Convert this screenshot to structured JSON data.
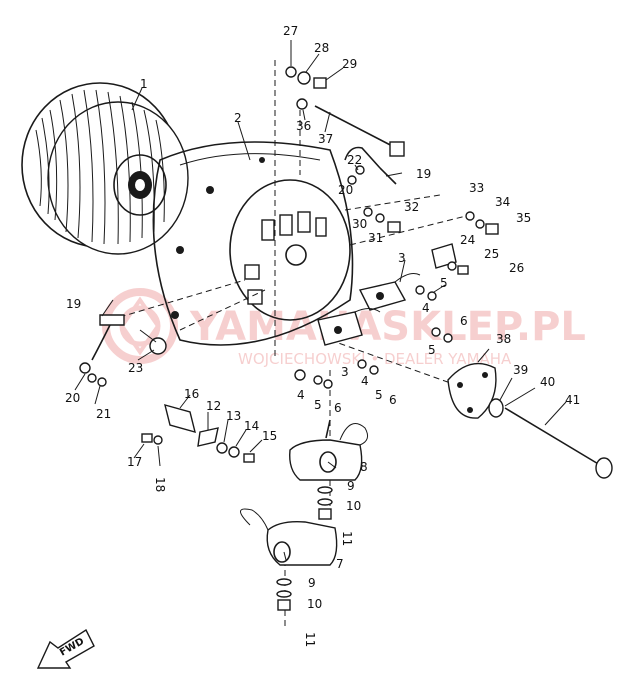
{
  "watermark": {
    "brand": "YAMAHASKLEP.PL",
    "tagline": "WOJCIECHOWSKI • DEALER YAMAHA",
    "color": "#e87878"
  },
  "fwd_label": "FWD",
  "labels": [
    {
      "id": "1",
      "text": "1"
    },
    {
      "id": "2",
      "text": "2"
    },
    {
      "id": "3a",
      "text": "3"
    },
    {
      "id": "3b",
      "text": "3"
    },
    {
      "id": "4a",
      "text": "4"
    },
    {
      "id": "4b",
      "text": "4"
    },
    {
      "id": "4c",
      "text": "4"
    },
    {
      "id": "5a",
      "text": "5"
    },
    {
      "id": "5b",
      "text": "5"
    },
    {
      "id": "5c",
      "text": "5"
    },
    {
      "id": "5d",
      "text": "5"
    },
    {
      "id": "6a",
      "text": "6"
    },
    {
      "id": "6b",
      "text": "6"
    },
    {
      "id": "6c",
      "text": "6"
    },
    {
      "id": "7",
      "text": "7"
    },
    {
      "id": "8",
      "text": "8"
    },
    {
      "id": "9a",
      "text": "9"
    },
    {
      "id": "9b",
      "text": "9"
    },
    {
      "id": "10a",
      "text": "10"
    },
    {
      "id": "10b",
      "text": "10"
    },
    {
      "id": "11a",
      "text": "11"
    },
    {
      "id": "11b",
      "text": "11"
    },
    {
      "id": "12",
      "text": "12"
    },
    {
      "id": "13",
      "text": "13"
    },
    {
      "id": "14",
      "text": "14"
    },
    {
      "id": "15",
      "text": "15"
    },
    {
      "id": "16",
      "text": "16"
    },
    {
      "id": "17",
      "text": "17"
    },
    {
      "id": "18",
      "text": "18"
    },
    {
      "id": "19a",
      "text": "19"
    },
    {
      "id": "19b",
      "text": "19"
    },
    {
      "id": "20a",
      "text": "20"
    },
    {
      "id": "20b",
      "text": "20"
    },
    {
      "id": "21",
      "text": "21"
    },
    {
      "id": "22",
      "text": "22"
    },
    {
      "id": "23",
      "text": "23"
    },
    {
      "id": "24",
      "text": "24"
    },
    {
      "id": "25",
      "text": "25"
    },
    {
      "id": "26",
      "text": "26"
    },
    {
      "id": "27",
      "text": "27"
    },
    {
      "id": "28",
      "text": "28"
    },
    {
      "id": "29",
      "text": "29"
    },
    {
      "id": "30",
      "text": "30"
    },
    {
      "id": "31",
      "text": "31"
    },
    {
      "id": "32",
      "text": "32"
    },
    {
      "id": "33",
      "text": "33"
    },
    {
      "id": "34",
      "text": "34"
    },
    {
      "id": "35",
      "text": "35"
    },
    {
      "id": "36",
      "text": "36"
    },
    {
      "id": "37",
      "text": "37"
    },
    {
      "id": "38",
      "text": "38"
    },
    {
      "id": "39",
      "text": "39"
    },
    {
      "id": "40",
      "text": "40"
    },
    {
      "id": "41",
      "text": "41"
    }
  ]
}
